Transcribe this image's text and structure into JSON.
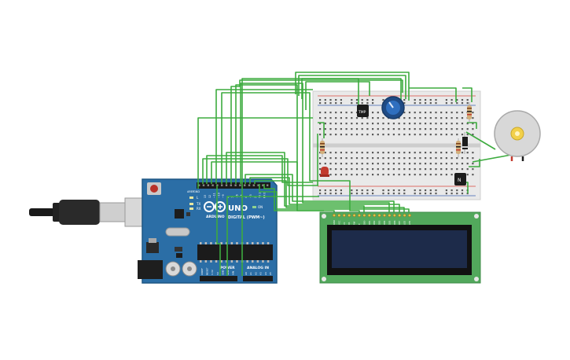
{
  "arduino": {
    "brand": "ARDUINO",
    "model": "UNO",
    "digital_header": "DIGITAL (PWM~)",
    "power_header": "POWER",
    "analog_header": "ANALOG IN",
    "aref_label": "AREF",
    "gnd_label": "GND",
    "digital_pins": [
      "13",
      "12",
      "~11",
      "~10",
      "~9",
      "8",
      "7",
      "~6",
      "~5",
      "4",
      "~3",
      "2",
      "TX 1",
      "RX 0"
    ],
    "power_pins": [
      "IOREF",
      "RESET",
      "3.3V",
      "5V",
      "GND",
      "GND",
      "VIN"
    ],
    "analog_pins": [
      "A0",
      "A1",
      "A2",
      "A3",
      "A4",
      "A5"
    ],
    "tx_label": "TX",
    "rx_label": "RX",
    "l_label": "L",
    "on_label": "ON"
  },
  "components": {
    "temp_sensor_label": "TMP",
    "transistor_label": "N"
  },
  "lcd": {
    "pin_labels": [
      "GND",
      "VCC",
      "V0",
      "RS",
      "RW",
      "E",
      "DB0",
      "DB1",
      "DB2",
      "DB3",
      "DB4",
      "DB5",
      "DB6",
      "DB7",
      "LED",
      "LED"
    ]
  },
  "colors": {
    "wire": "#3dab3f",
    "arduino_board": "#2b6ea6",
    "breadboard": "#e9e9e9",
    "lcd_pcb": "#52a85c",
    "lcd_screen": "#1d2b4a",
    "resistor_body": "#d2b07c",
    "led": "#c23a2e",
    "rail_red": "#d9443b",
    "rail_blue": "#3a62b0"
  }
}
